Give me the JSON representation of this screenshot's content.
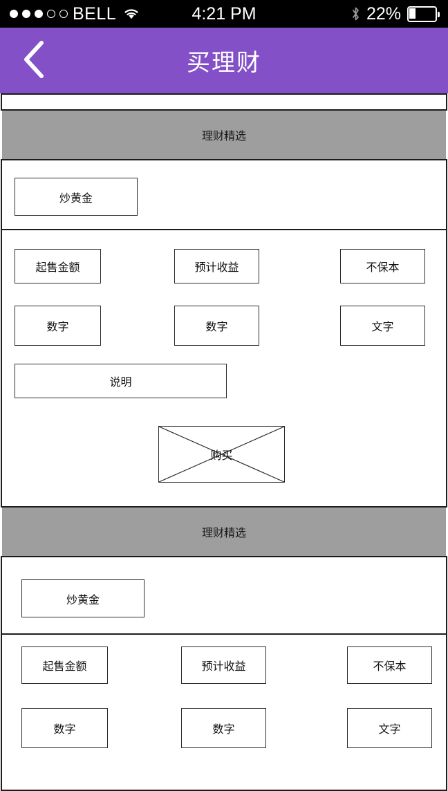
{
  "status_bar": {
    "signal_dots_total": 5,
    "signal_dots_filled": 3,
    "carrier": "BELL",
    "wifi_icon": "wifi-icon",
    "time": "4:21 PM",
    "bluetooth_icon": "bluetooth-icon",
    "battery_percent": "22%",
    "battery_level": 22
  },
  "navbar": {
    "back_icon": "chevron-left-icon",
    "title": "买理财",
    "background_color": "#8350c8",
    "title_color": "#ffffff"
  },
  "sections": [
    {
      "band_label": "理财精选",
      "product_name": "炒黄金",
      "columns": [
        {
          "label": "起售金额",
          "value": "数字"
        },
        {
          "label": "预计收益",
          "value": "数字"
        },
        {
          "label": "不保本",
          "value": "文字"
        }
      ],
      "description_label": "说明",
      "buy_button_label": "购买"
    },
    {
      "band_label": "理财精选",
      "product_name": "炒黄金",
      "columns": [
        {
          "label": "起售金额",
          "value": "数字"
        },
        {
          "label": "预计收益",
          "value": "数字"
        },
        {
          "label": "不保本",
          "value": "文字"
        }
      ]
    }
  ],
  "colors": {
    "accent_purple": "#8350c8",
    "band_grey": "#9e9e9e",
    "line_black": "#1c1c1c",
    "box_border": "#2b2b2b",
    "status_black": "#000000"
  }
}
